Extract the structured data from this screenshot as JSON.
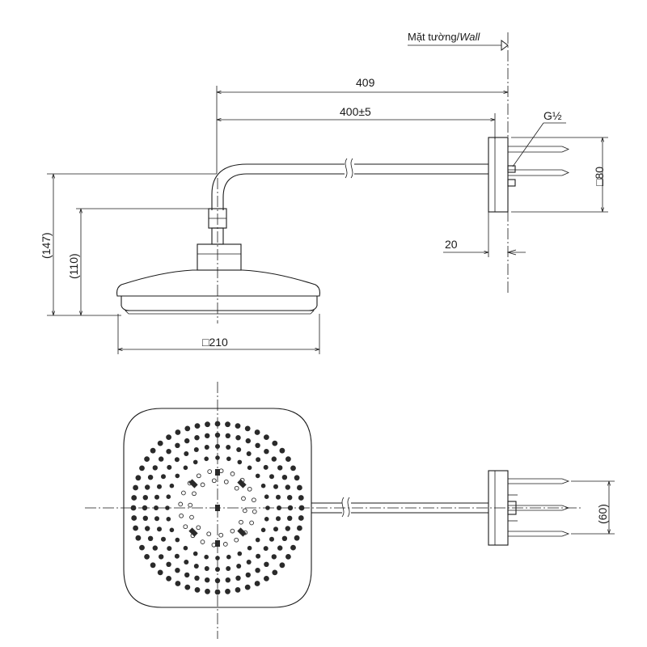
{
  "wall_label": {
    "prefix": "Mặt tường/",
    "suffix": "Wall"
  },
  "dimensions": {
    "overall_length": "409",
    "arm_length": "400±5",
    "thread": "G½",
    "flange_size": "□80",
    "flange_depth": "20",
    "total_height": "(147)",
    "head_height": "(110)",
    "head_width": "□210",
    "pin_spacing": "(60)"
  }
}
